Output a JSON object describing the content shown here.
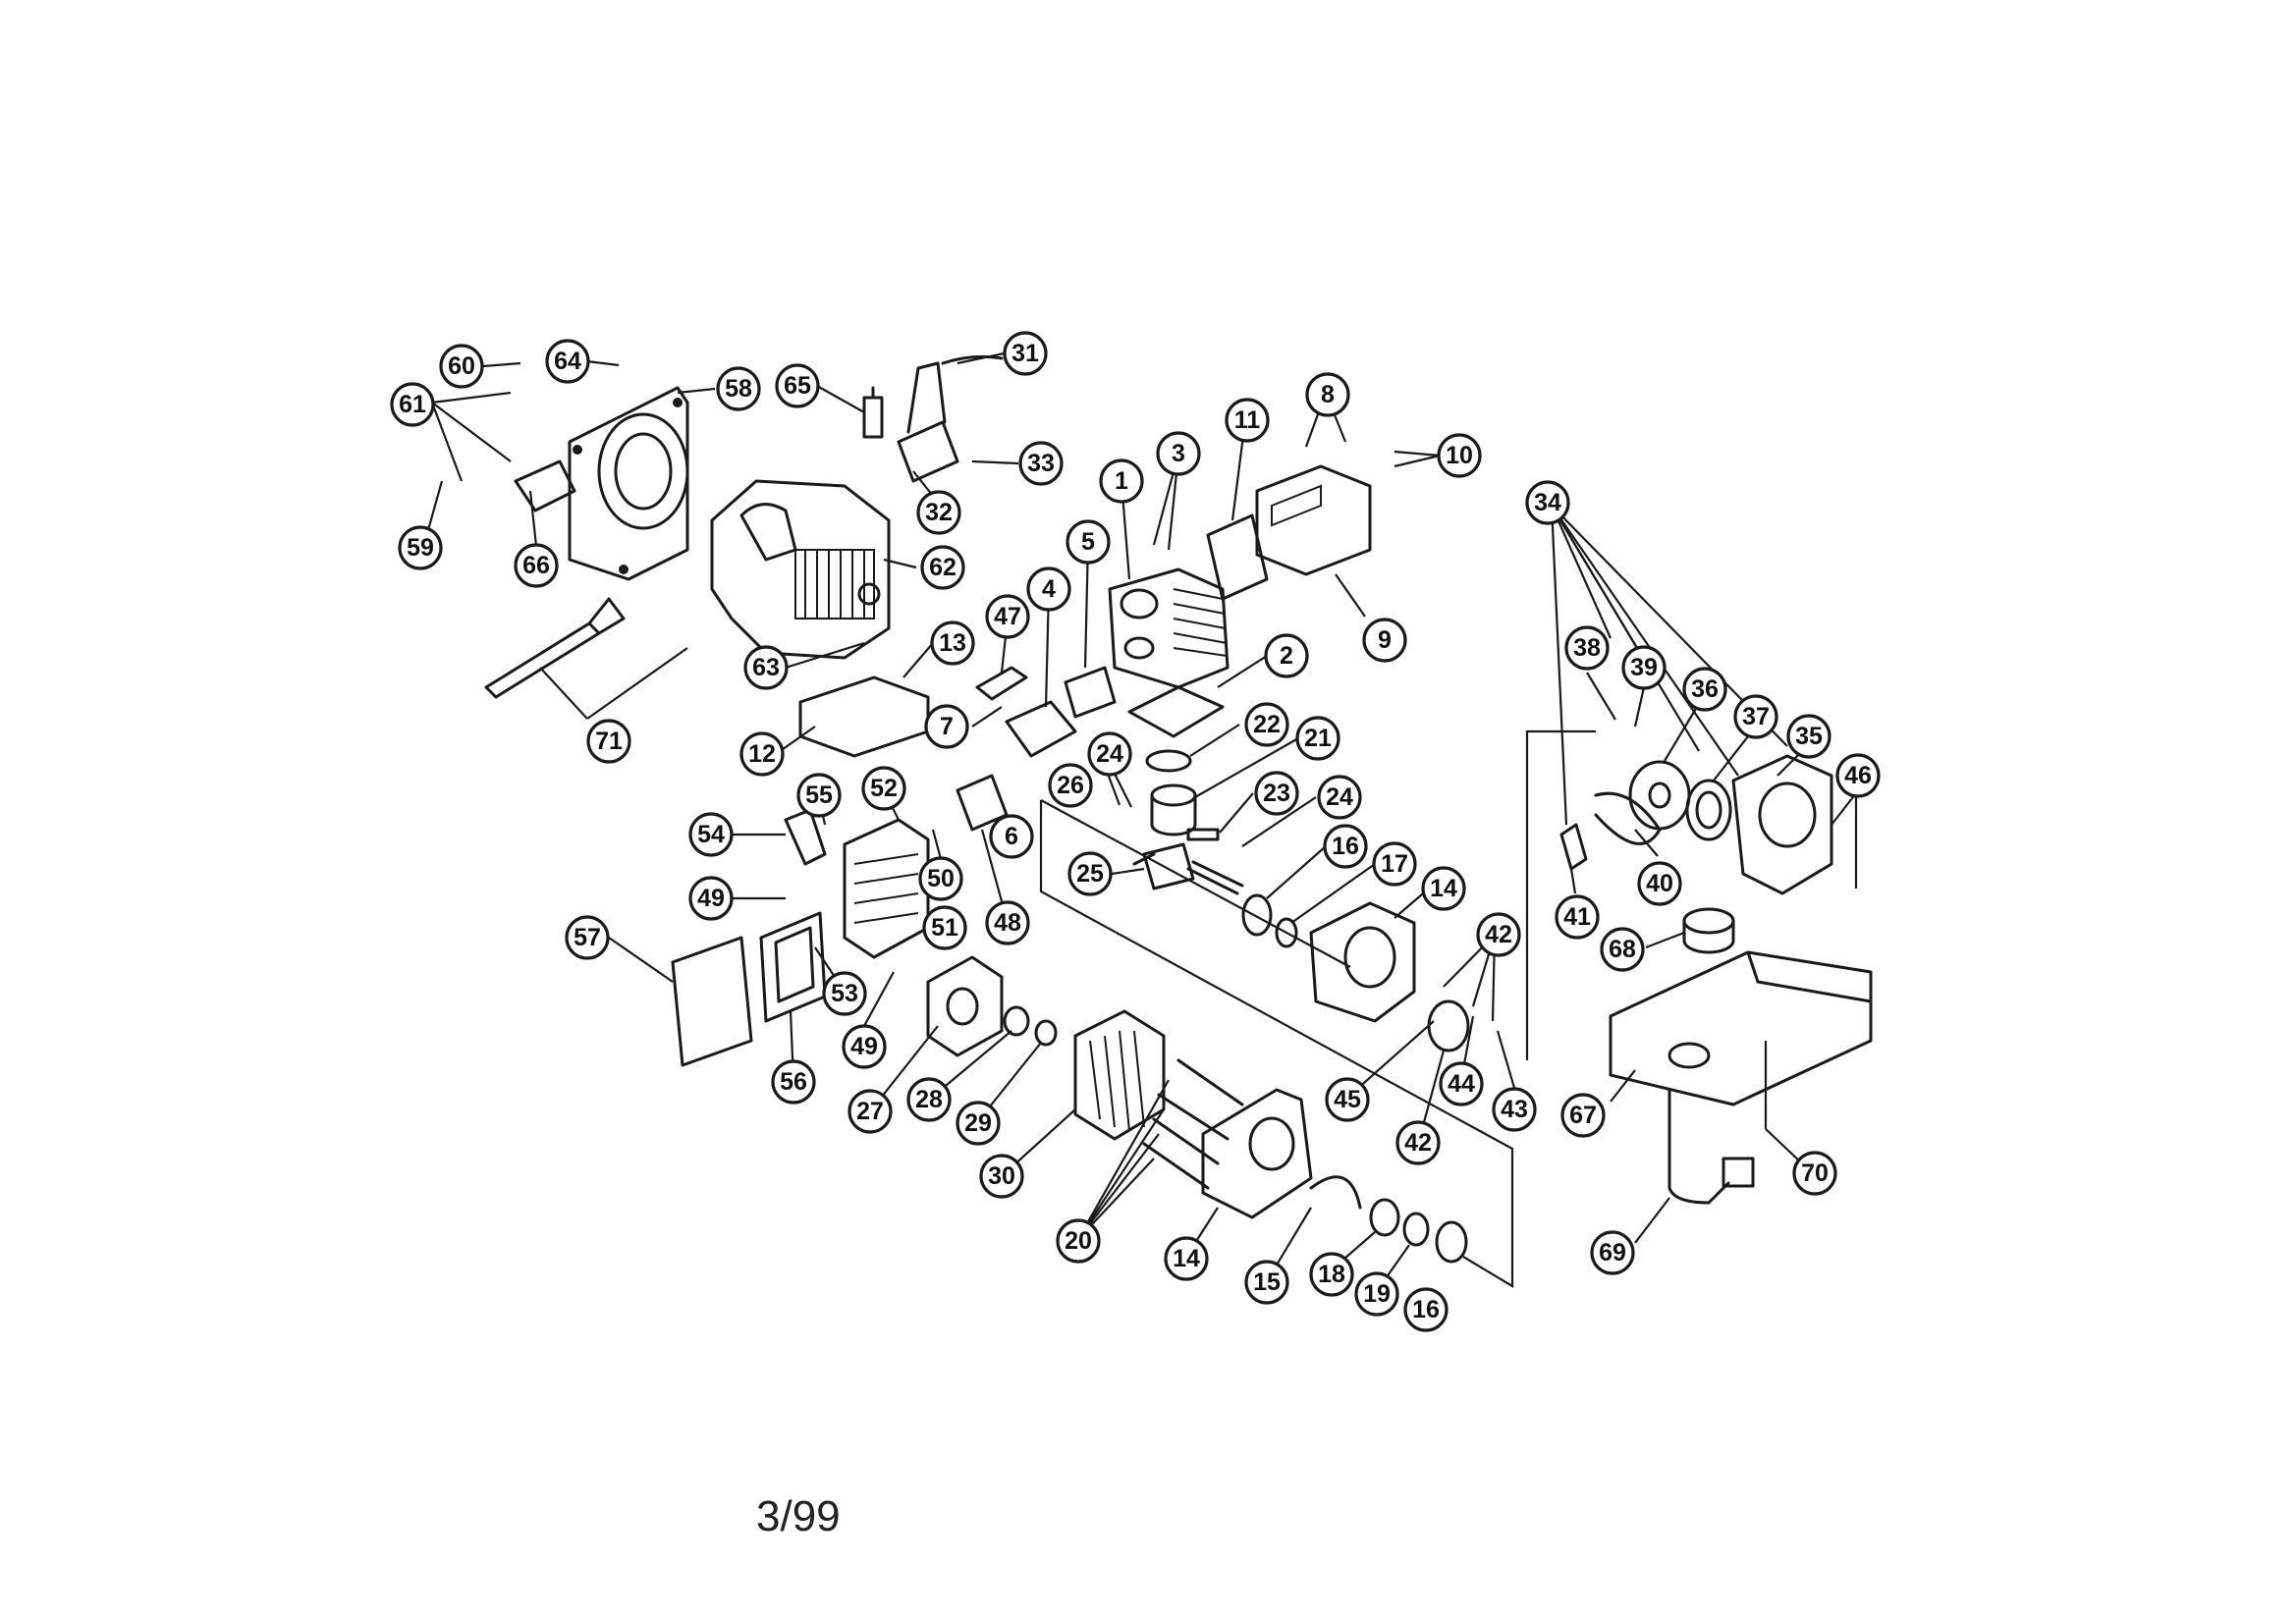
{
  "footer": {
    "page_number": "3/99"
  },
  "callouts": [
    {
      "n": "1"
    },
    {
      "n": "2"
    },
    {
      "n": "3"
    },
    {
      "n": "4"
    },
    {
      "n": "5"
    },
    {
      "n": "6"
    },
    {
      "n": "7"
    },
    {
      "n": "8"
    },
    {
      "n": "9"
    },
    {
      "n": "10"
    },
    {
      "n": "11"
    },
    {
      "n": "12"
    },
    {
      "n": "13"
    },
    {
      "n": "14"
    },
    {
      "n": "14"
    },
    {
      "n": "15"
    },
    {
      "n": "16"
    },
    {
      "n": "16"
    },
    {
      "n": "17"
    },
    {
      "n": "18"
    },
    {
      "n": "19"
    },
    {
      "n": "20"
    },
    {
      "n": "21"
    },
    {
      "n": "22"
    },
    {
      "n": "23"
    },
    {
      "n": "24"
    },
    {
      "n": "24"
    },
    {
      "n": "25"
    },
    {
      "n": "26"
    },
    {
      "n": "27"
    },
    {
      "n": "28"
    },
    {
      "n": "29"
    },
    {
      "n": "30"
    },
    {
      "n": "31"
    },
    {
      "n": "32"
    },
    {
      "n": "33"
    },
    {
      "n": "34"
    },
    {
      "n": "35"
    },
    {
      "n": "36"
    },
    {
      "n": "37"
    },
    {
      "n": "38"
    },
    {
      "n": "39"
    },
    {
      "n": "40"
    },
    {
      "n": "41"
    },
    {
      "n": "42"
    },
    {
      "n": "42"
    },
    {
      "n": "43"
    },
    {
      "n": "44"
    },
    {
      "n": "45"
    },
    {
      "n": "46"
    },
    {
      "n": "47"
    },
    {
      "n": "48"
    },
    {
      "n": "49"
    },
    {
      "n": "49"
    },
    {
      "n": "50"
    },
    {
      "n": "51"
    },
    {
      "n": "52"
    },
    {
      "n": "53"
    },
    {
      "n": "54"
    },
    {
      "n": "55"
    },
    {
      "n": "56"
    },
    {
      "n": "57"
    },
    {
      "n": "58"
    },
    {
      "n": "59"
    },
    {
      "n": "60"
    },
    {
      "n": "61"
    },
    {
      "n": "62"
    },
    {
      "n": "63"
    },
    {
      "n": "64"
    },
    {
      "n": "65"
    },
    {
      "n": "66"
    },
    {
      "n": "67"
    },
    {
      "n": "68"
    },
    {
      "n": "69"
    },
    {
      "n": "70"
    },
    {
      "n": "71"
    }
  ]
}
